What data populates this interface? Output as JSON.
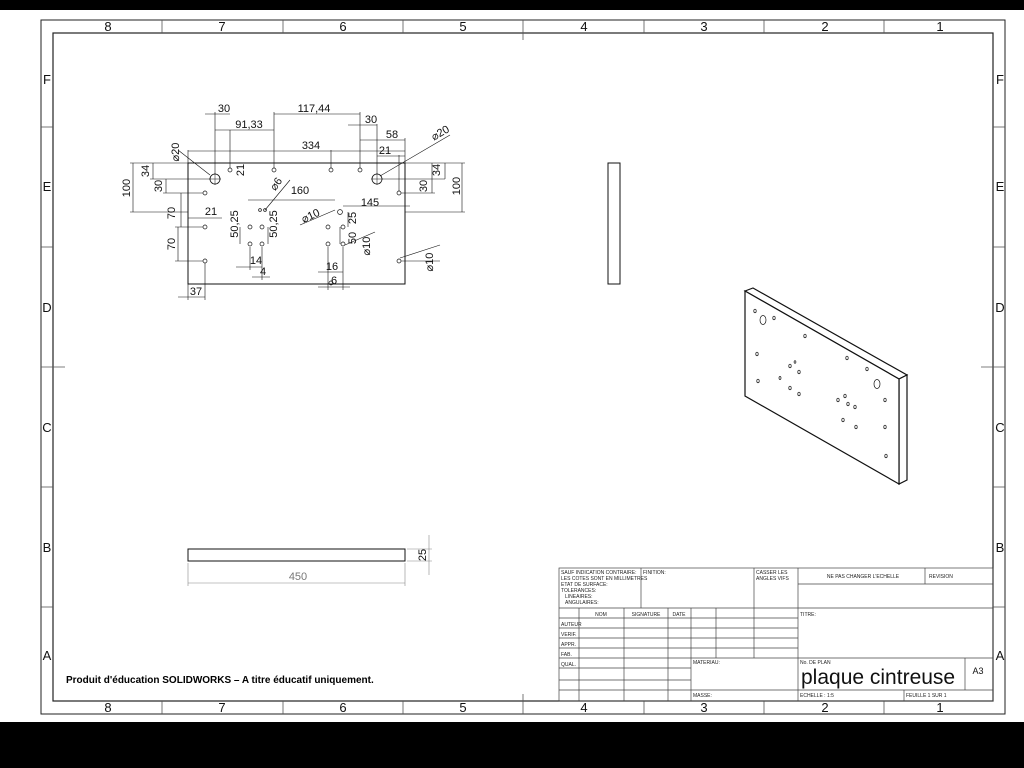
{
  "sheet": {
    "zones_columns": [
      "8",
      "7",
      "6",
      "5",
      "4",
      "3",
      "2",
      "1"
    ],
    "zones_rows": [
      "F",
      "E",
      "D",
      "C",
      "B",
      "A"
    ],
    "watermark": "Produit d'éducation SOLIDWORKS – A titre éducatif uniquement."
  },
  "front_view": {
    "dims_top": {
      "d30a": "30",
      "d91": "91,33",
      "d117": "117,44",
      "d30b": "30",
      "d58": "58",
      "d334": "334",
      "d21t": "21",
      "dia20r": "⌀20"
    },
    "dims_left": {
      "dia20l": "⌀20",
      "d100l": "100",
      "d34l": "34",
      "d30l": "30",
      "d70a": "70",
      "d70b": "70",
      "d37": "37",
      "d21l": "21",
      "d21m": "21"
    },
    "dims_inner": {
      "dia6": "⌀6",
      "d160": "160",
      "dia10a": "⌀10",
      "d145": "145",
      "d5025a": "50,25",
      "d5025b": "50,25",
      "d14": "14",
      "d4": "4",
      "d50": "50",
      "d25": "25",
      "dia10b": "⌀10",
      "d16": "16",
      "d6": "6"
    },
    "dims_right": {
      "d34r": "34",
      "d30r": "30",
      "d100r": "100",
      "dia10r": "⌀10"
    }
  },
  "bottom_view": {
    "length": "450",
    "thickness": "25"
  },
  "title_block": {
    "notes": [
      "SAUF INDICATION CONTRAIRE:",
      "LES COTES SONT EN MILLIMETRES",
      "ETAT DE SURFACE:",
      "TOLERANCES:",
      "LINEAIRES:",
      "ANGULAIRES:"
    ],
    "finition": "FINITION:",
    "casser": [
      "CASSER LES",
      "ANGLES VIFS"
    ],
    "ne_pas_changer": "NE PAS CHANGER L'ECHELLE",
    "revision": "REVISION",
    "col_nom": "NOM",
    "col_signature": "SIGNATURE",
    "col_date": "DATE",
    "rows": [
      "AUTEUR",
      "VERIF.",
      "APPR.",
      "FAB.",
      "QUAL."
    ],
    "titre": "TITRE:",
    "materiau": "MATERIAU:",
    "no_plan": "No. DE PLAN",
    "drawing_title": "plaque cintreuse",
    "format": "A3",
    "masse": "MASSE:",
    "echelle": "ECHELLE : 1:5",
    "feuille": "FEUILLE 1 SUR 1"
  }
}
